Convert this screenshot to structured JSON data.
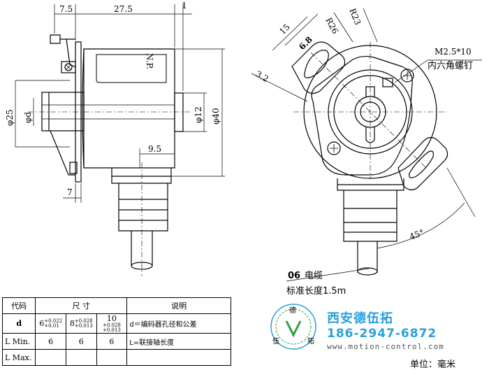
{
  "front_view": {
    "dim_7_5": "7.5",
    "dim_27_5": "27.5",
    "dim_1": "1",
    "dim_9_5": "9.5",
    "dim_7": "7",
    "dim_d25": "φ25",
    "dim_dd": "φd",
    "dim_d12": "φ12",
    "dim_d40": "φ40",
    "nameplate": "N.P."
  },
  "side_view": {
    "dim_15": "15",
    "dim_6_8": "6.8",
    "dim_3_2": "3.2",
    "dim_r26": "R26",
    "dim_r23": "R23",
    "screw_spec": "M2.5*10",
    "screw_name": "内六角螺钉",
    "angle": "45°",
    "cable_code": "06",
    "cable_label": "电缆",
    "cable_std_length": "标准长度1.5m"
  },
  "table": {
    "headers": [
      "代码",
      "尺 寸",
      "说明"
    ],
    "rows": [
      {
        "code": "d",
        "sizes": [
          {
            "base": "6",
            "upper": "+0.022",
            "lower": "+0.01"
          },
          {
            "base": "8",
            "upper": "+0.028",
            "lower": "+0.013"
          },
          {
            "base": "10",
            "upper": "+0.028",
            "lower": "+0.013"
          }
        ],
        "note": "d＝编码器孔径和公差"
      },
      {
        "code": "L Min.",
        "sizes": [
          "6",
          "6",
          "6"
        ],
        "note": "L=联接轴长度"
      },
      {
        "code": "L Max.",
        "sizes": [
          "",
          "",
          ""
        ],
        "note": ""
      }
    ]
  },
  "brand": {
    "name": "西安德伍拓",
    "phone": "186-2947-6872",
    "url": "www.motion-control.com",
    "logo_text_top": "德",
    "logo_text_left": "伍",
    "logo_text_right": "拓"
  },
  "unit_note": "单位：毫米",
  "colors": {
    "line": "#000000",
    "brand": "#28a0dc",
    "logo_green": "#2f9e44"
  }
}
